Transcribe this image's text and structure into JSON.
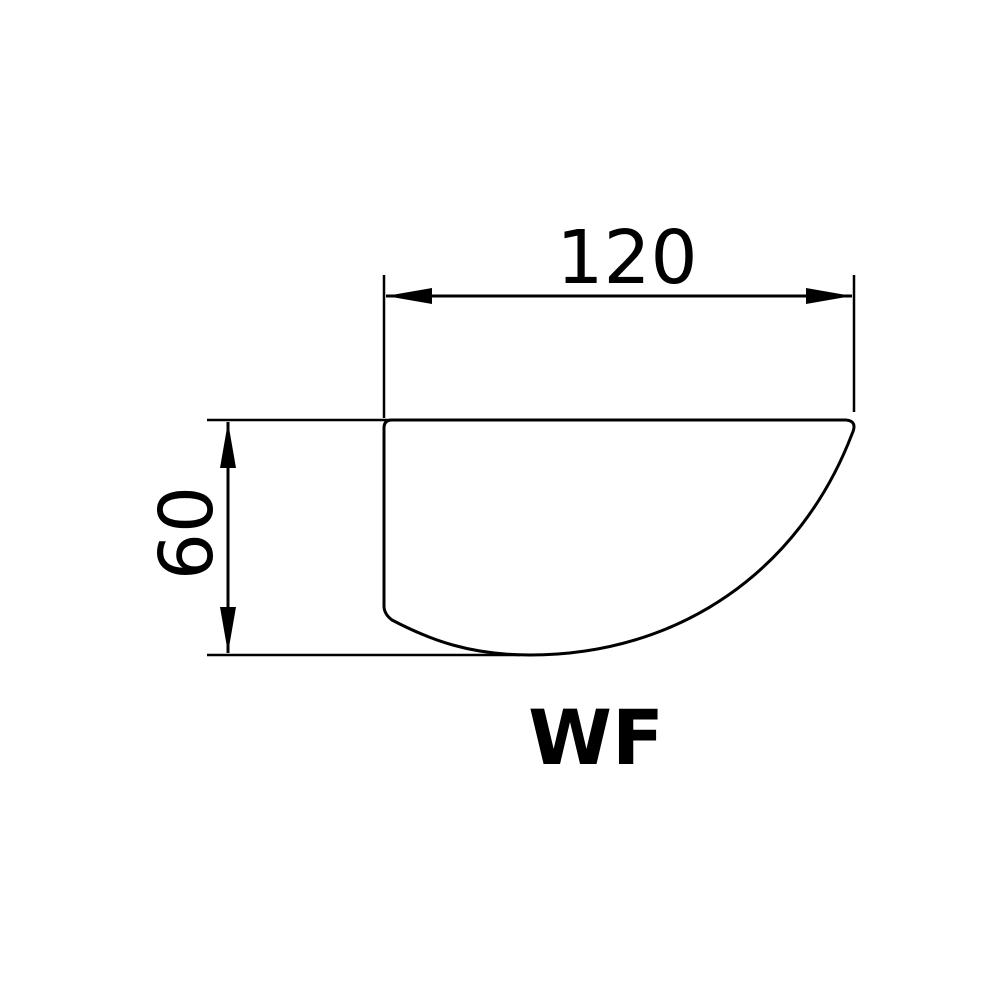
{
  "drawing": {
    "type": "technical-profile-drawing",
    "profile_label": "WF",
    "dimensions": {
      "width": {
        "value": "120",
        "orientation": "horizontal"
      },
      "height": {
        "value": "60",
        "orientation": "vertical"
      }
    },
    "stroke_color": "#000000",
    "background_color": "#ffffff"
  }
}
